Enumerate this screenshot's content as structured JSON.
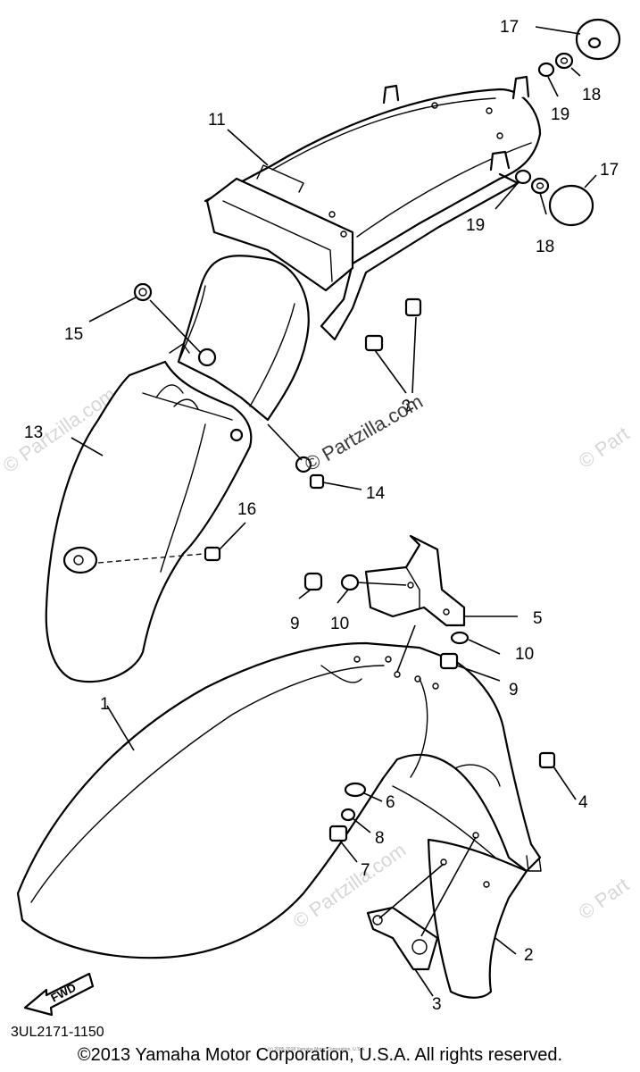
{
  "callouts": {
    "p1": "1",
    "p2a": "2",
    "p2b": "2",
    "p3": "3",
    "p4": "4",
    "p5": "5",
    "p6": "6",
    "p7": "7",
    "p8": "8",
    "p9a": "9",
    "p9b": "9",
    "p10a": "10",
    "p10b": "10",
    "p11": "11",
    "p13": "13",
    "p14": "14",
    "p15": "15",
    "p16": "16",
    "p17a": "17",
    "p17b": "17",
    "p18a": "18",
    "p18b": "18",
    "p19a": "19",
    "p19b": "19"
  },
  "fwd_label": "FWD",
  "diagram_code": "3UL2171-1150",
  "watermark": "© Partzilla.com",
  "watermark_short_left": "© Partzilla.com",
  "watermark_short_right": "© Part",
  "small_print": "(c) 2005-2018 Yamaha Motor Corporation, U.S.A.",
  "copyright": "©2013 Yamaha Motor Corporation, U.S.A. All rights reserved."
}
